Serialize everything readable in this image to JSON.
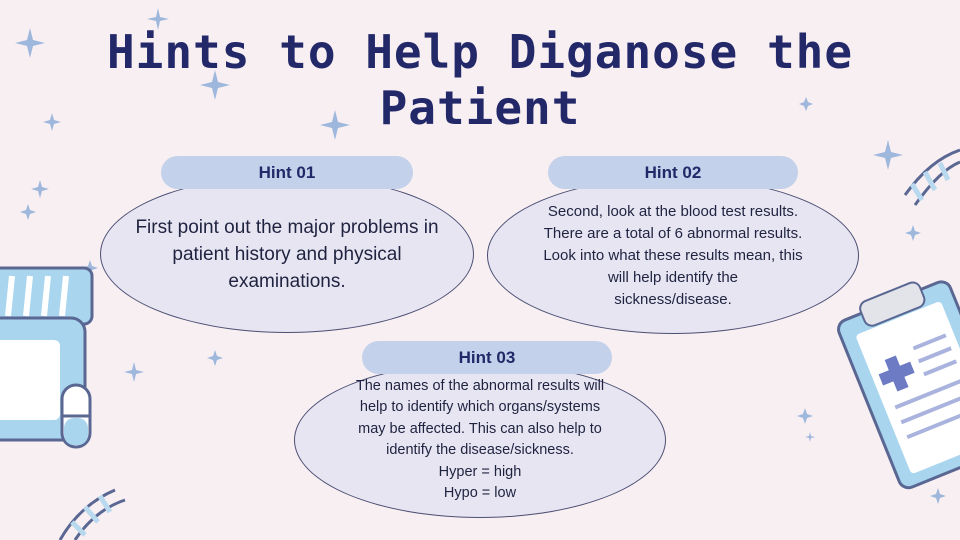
{
  "title": {
    "line1": "Hints to Help Diganose the",
    "line2": "Patient"
  },
  "hints": [
    {
      "label": "Hint 01",
      "lines": [
        "First point out the major problems in",
        "patient history and physical",
        "examinations."
      ]
    },
    {
      "label": "Hint 02",
      "lines": [
        "Second, look at the blood test results.",
        "There are a total of 6 abnormal results.",
        "Look into what these results mean, this",
        "will help identify the",
        "sickness/disease."
      ]
    },
    {
      "label": "Hint 03",
      "lines": [
        "The names of the abnormal results will",
        "help to identify which organs/systems",
        "may be affected. This can also help to",
        "identify the disease/sickness.",
        "Hyper = high",
        "Hypo = low"
      ]
    }
  ],
  "decorations": [
    "sparkle-icon",
    "dna-icon",
    "pill-bottle-icon",
    "clipboard-icon"
  ],
  "colors": {
    "background": "#f8eff2",
    "title": "#232869",
    "bubble": "#e7e5f2",
    "pill": "#c3d1ea",
    "accent": "#a9d6ee"
  }
}
